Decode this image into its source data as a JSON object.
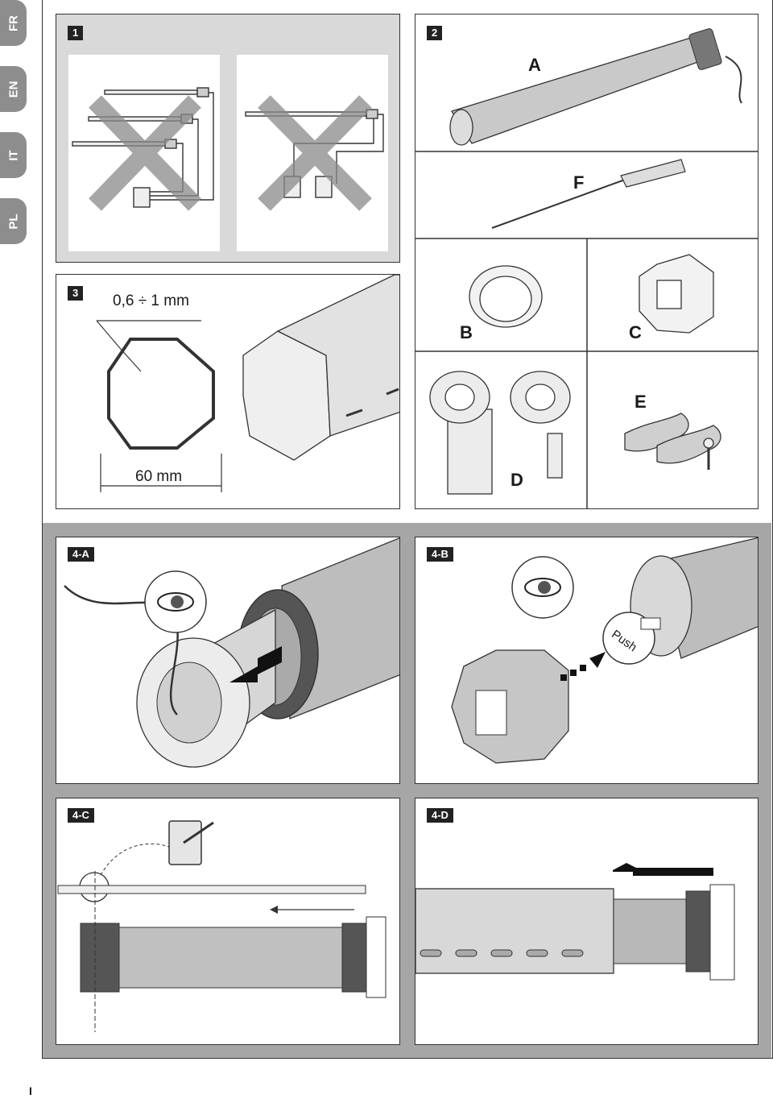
{
  "tabs": [
    "FR",
    "EN",
    "IT",
    "PL"
  ],
  "panels": {
    "p1": "1",
    "p2": "2",
    "p3": "3",
    "p4a": "4-A",
    "p4b": "4-B",
    "p4c": "4-C",
    "p4d": "4-D"
  },
  "parts": {
    "a": "A",
    "b": "B",
    "c": "C",
    "d": "D",
    "e": "E",
    "f": "F"
  },
  "dimensions": {
    "thickness": "0,6 ÷ 1 mm",
    "width": "60 mm"
  },
  "labels": {
    "push": "Push",
    "equals": "="
  },
  "footer": "I",
  "colors": {
    "band": "#a6a6a6",
    "tab": "#8d8d8d",
    "tube": "#b8b8b8",
    "dark_part": "#555555"
  }
}
